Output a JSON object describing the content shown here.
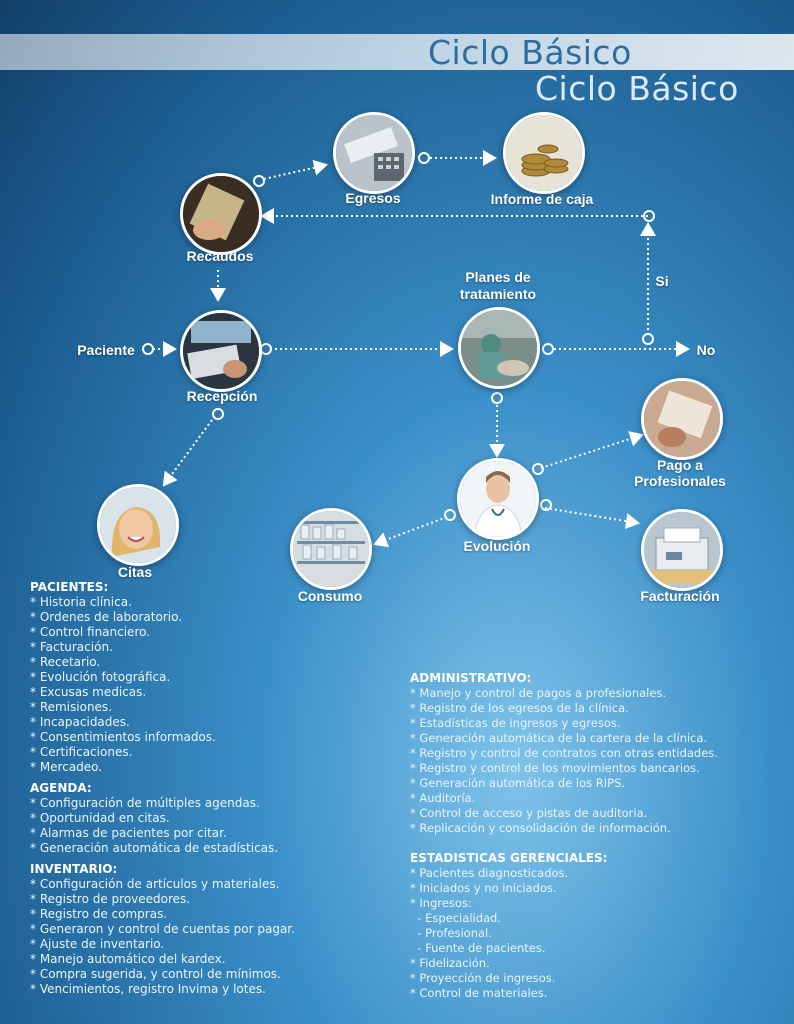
{
  "header": {
    "title": "Ciclo Básico",
    "title_reflection": "Ciclo Básico"
  },
  "nodes": {
    "egresos": "Egresos",
    "informe_caja": "Informe de caja",
    "recaudos": "Recaudos",
    "planes": "Planes de\ntratamiento",
    "si": "Si",
    "paciente": "Paciente",
    "recepcion": "Recepción",
    "no": "No",
    "pago": "Pago a\nProfesionales",
    "evolucion": "Evolución",
    "citas": "Citas",
    "consumo": "Consumo",
    "facturacion": "Facturación"
  },
  "pacientes": {
    "heading": "PACIENTES:",
    "items": [
      "* Historia clínica.",
      "* Ordenes de laboratorio.",
      "* Control financiero.",
      "* Facturación.",
      "* Recetario.",
      "* Evolución fotográfica.",
      "* Excusas medicas.",
      "* Remisiones.",
      "* Incapacidades.",
      "* Consentimientos informados.",
      "* Certificaciones.",
      "* Mercadeo."
    ]
  },
  "agenda": {
    "heading": "AGENDA:",
    "items": [
      "* Configuración de múltiples agendas.",
      "* Oportunidad en citas.",
      "* Alarmas de pacientes por citar.",
      "* Generación automática de estadísticas."
    ]
  },
  "inventario": {
    "heading": "INVENTARIO:",
    "items": [
      "* Configuración de artículos y materiales.",
      "* Registro de proveedores.",
      "* Registro de compras.",
      "* Generaron y control de cuentas por pagar.",
      "* Ajuste de inventario.",
      "* Manejo automático del kardex.",
      "* Compra sugerida, y control de mínimos.",
      "* Vencimientos, registro Invima y lotes."
    ]
  },
  "administrativo": {
    "heading": "ADMINISTRATIVO:",
    "items": [
      "* Manejo y control de pagos a profesionales.",
      "* Registro de los egresos de la clínica.",
      "* Estadísticas de ingresos y egresos.",
      "* Generación automática de la cartera de la clínica.",
      "* Registro y control de contratos con otras entidades.",
      "* Registro y control de los movimientos bancarios.",
      "* Generación automática de los RIPS.",
      "* Auditoría.",
      "* Control de acceso y pistas de auditoria.",
      "* Replicación y consolidación de información."
    ]
  },
  "estadisticas": {
    "heading": "ESTADISTICAS GERENCIALES:",
    "items": [
      "* Pacientes diagnosticados.",
      "* Iniciados y no iniciados.",
      "* Ingresos:",
      "  - Especialidad.",
      "  - Profesional.",
      "  - Fuente de pacientes.",
      "* Fidelización.",
      "* Proyección de ingresos.",
      "* Control de materiales."
    ]
  },
  "colors": {
    "accent": "#2a6fa3",
    "bg_dark": "#123f68",
    "bg_light": "#7fc3ea"
  }
}
